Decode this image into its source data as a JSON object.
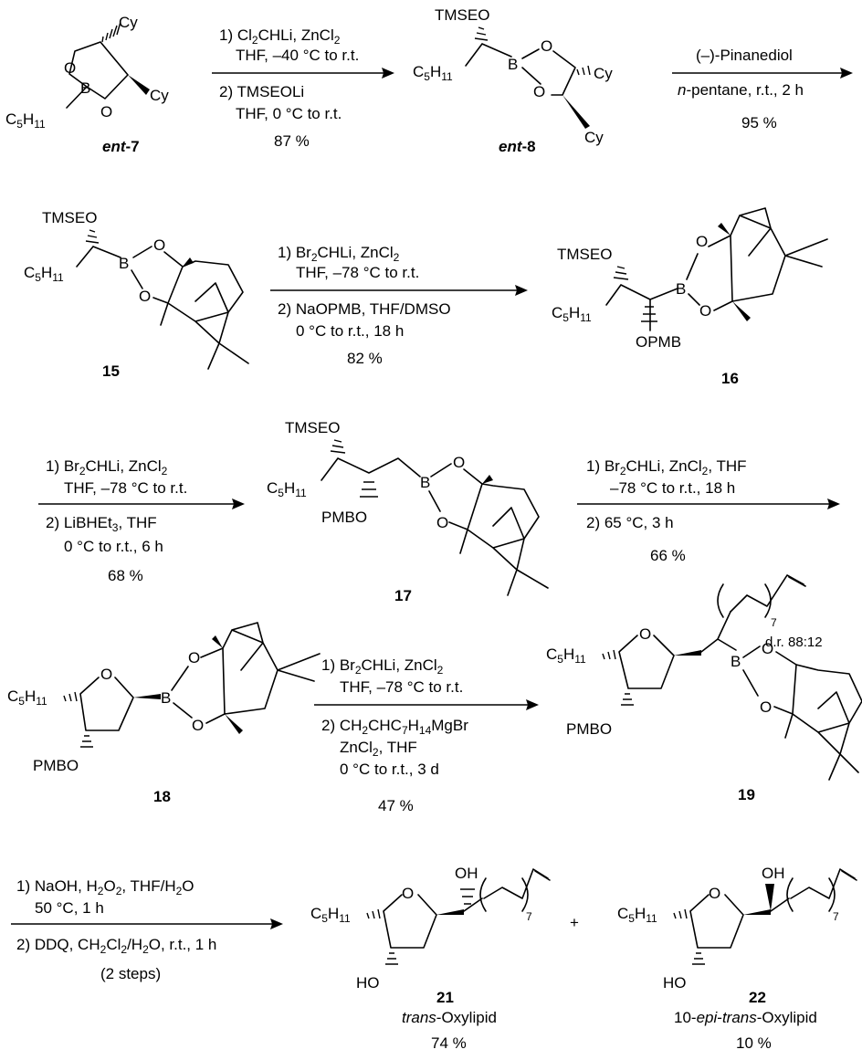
{
  "compounds": {
    "ent7": {
      "label": "ent-7",
      "prefix": "ent",
      "num": "7"
    },
    "ent8": {
      "label": "ent-8",
      "prefix": "ent",
      "num": "8"
    },
    "c15": {
      "label": "15"
    },
    "c16": {
      "label": "16"
    },
    "c17": {
      "label": "17"
    },
    "c18": {
      "label": "18"
    },
    "c19": {
      "label": "19",
      "dr": "d.r. 88:12"
    },
    "c21": {
      "label": "21",
      "name": "trans-Oxylipid",
      "name_it": "trans",
      "name_rest": "-Oxylipid",
      "yield": "74 %"
    },
    "c22": {
      "label": "22",
      "name": "10-epi-trans-Oxylipid",
      "name_pre": "10-",
      "name_it1": "epi",
      "name_mid": "-",
      "name_it2": "trans",
      "name_rest": "-Oxylipid",
      "yield": "10 %"
    }
  },
  "atoms": {
    "cy": "Cy",
    "o": "O",
    "b": "B",
    "oh": "OH",
    "ho": "HO",
    "c5h11_c": "C",
    "c5h11_5": "5",
    "c5h11_h": "H",
    "c5h11_11": "11",
    "tmseo": "TMSEO",
    "opmb": "OPMB",
    "pmbo": "PMBO",
    "n7": "7"
  },
  "plus": "+",
  "steps": [
    {
      "id": "s1",
      "line1": "1) Cl2CHLi, ZnCl2",
      "line2": "THF, –40 °C to r.t.",
      "line3": "2) TMSEOLi",
      "line4": "THF, 0 °C to r.t.",
      "yield": "87 %"
    },
    {
      "id": "s2",
      "line1": "(–)-Pinanediol",
      "line2": "n-pentane, r.t., 2 h",
      "yield": "95 %"
    },
    {
      "id": "s3",
      "line1": "1) Br2CHLi, ZnCl2",
      "line2": "THF, –78 °C to r.t.",
      "line3": "2) NaOPMB, THF/DMSO",
      "line4": "0 °C to r.t., 18 h",
      "yield": "82 %"
    },
    {
      "id": "s4",
      "line1": "1) Br2CHLi, ZnCl2",
      "line2": "THF, –78 °C to r.t.",
      "line3": "2) LiBHEt3, THF",
      "line4": "0 °C to r.t., 6 h",
      "yield": "68 %"
    },
    {
      "id": "s5",
      "line1": "1) Br2CHLi, ZnCl2, THF",
      "line2": "–78 °C to r.t., 18 h",
      "line3": "2) 65 °C, 3 h",
      "yield": "66 %"
    },
    {
      "id": "s6",
      "line1": "1) Br2CHLi, ZnCl2",
      "line2": "THF, –78 °C to r.t.",
      "line3": "2) CH2CHC7H14MgBr",
      "line4": "ZnCl2, THF",
      "line5": "0 °C to r.t., 3 d",
      "yield": "47 %"
    },
    {
      "id": "s7",
      "line1": "1) NaOH, H2O2, THF/H2O",
      "line2": "50 °C, 1 h",
      "line3": "2) DDQ, CH2Cl2/H2O, r.t., 1 h",
      "line4": "(2 steps)"
    }
  ]
}
